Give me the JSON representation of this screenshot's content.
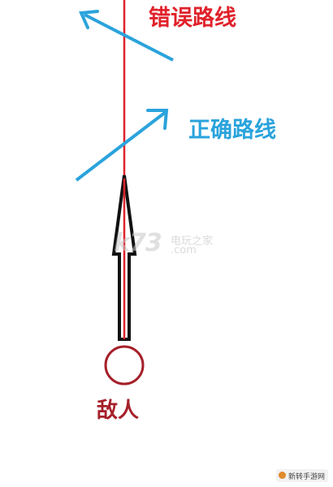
{
  "labels": {
    "wrong_route": "错误路线",
    "correct_route": "正确路线",
    "enemy": "敌人"
  },
  "watermark": {
    "logo": "k73",
    "cn": "电玩之家",
    "com": ".com"
  },
  "corner_badge": {
    "text": "新转手游网"
  },
  "colors": {
    "wrong": "#e0222b",
    "correct": "#2aa3dc",
    "enemy": "#a5202a",
    "arrow": "#111111",
    "red_line": "#e0222b",
    "circle": "#a5202a"
  }
}
